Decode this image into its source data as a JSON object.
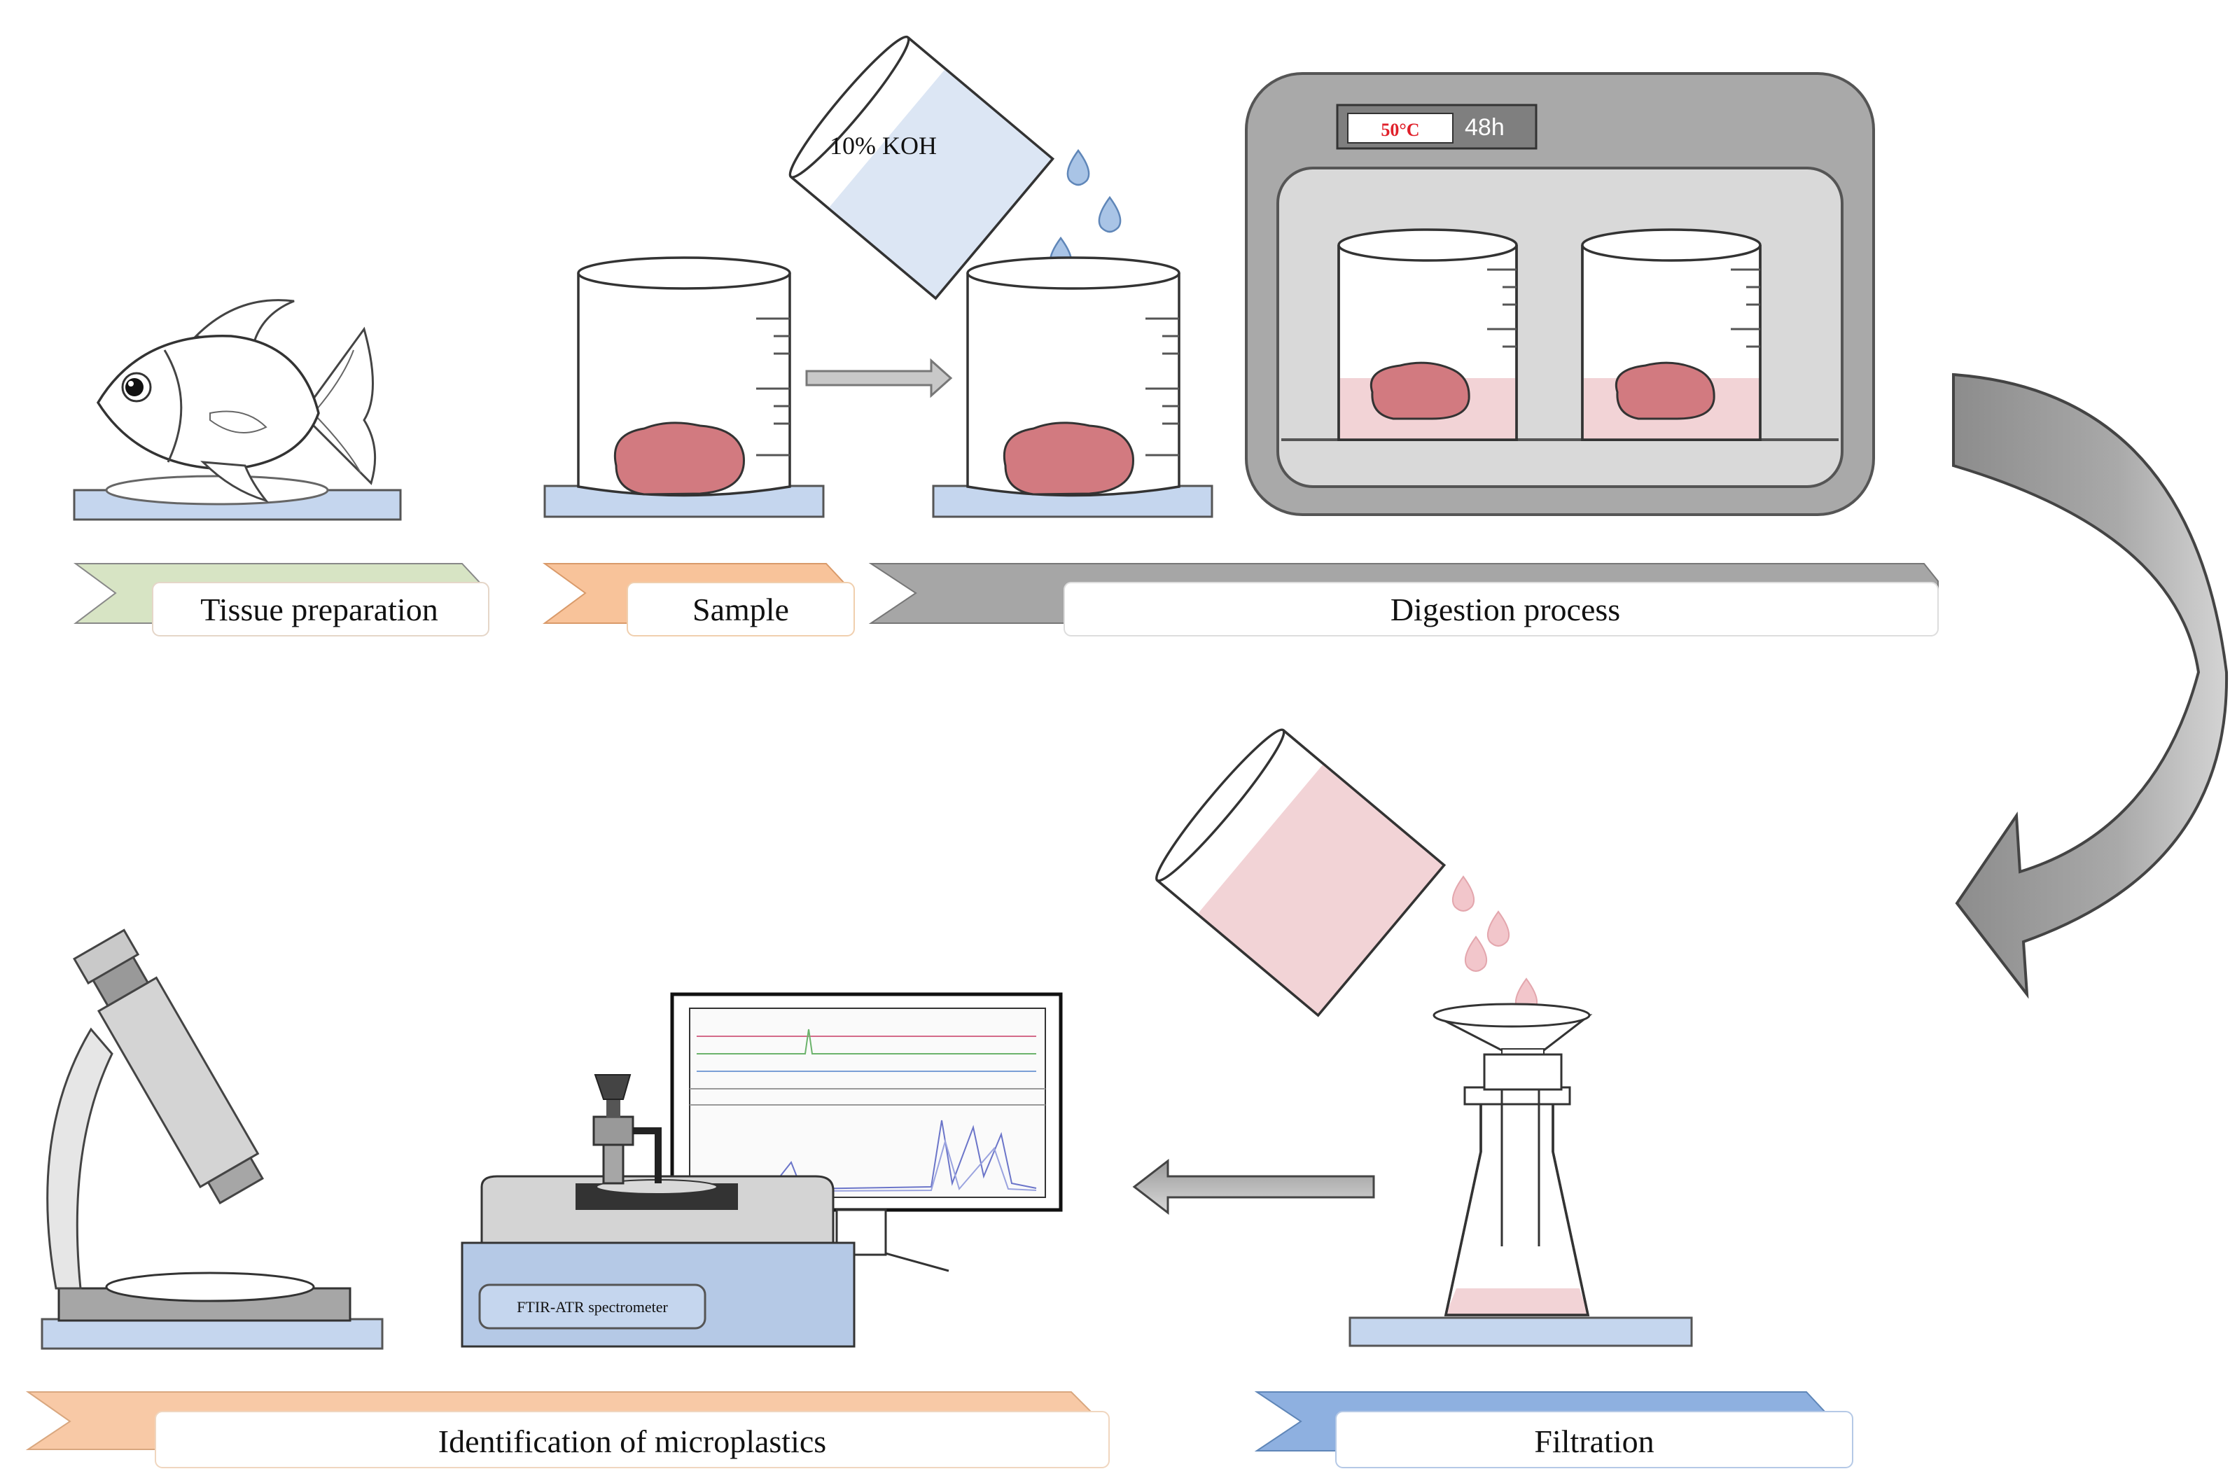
{
  "reagent": {
    "label": "10% KOH"
  },
  "incubator": {
    "temperature": "50°C",
    "duration": "48h"
  },
  "instrument": {
    "label": "FTIR-ATR spectrometer"
  },
  "steps": {
    "tissue_preparation": "Tissue preparation",
    "sample": "Sample",
    "digestion": "Digestion process",
    "identification": "Identification of microplastics",
    "filtration": "Filtration"
  },
  "colors": {
    "tissue_banner": "#d7e4c4",
    "sample_banner": "#f8c39a",
    "digestion_banner": "#a6a6a6",
    "identification_banner": "#f8c9a6",
    "filtration_banner": "#8eb0e0",
    "tissue": "#d27a80",
    "base_plate": "#c5d6ee",
    "koh_liquid": "#dce6f4",
    "digest_liquid": "#f2d3d6",
    "instrument_body": "#b5c9e6"
  }
}
